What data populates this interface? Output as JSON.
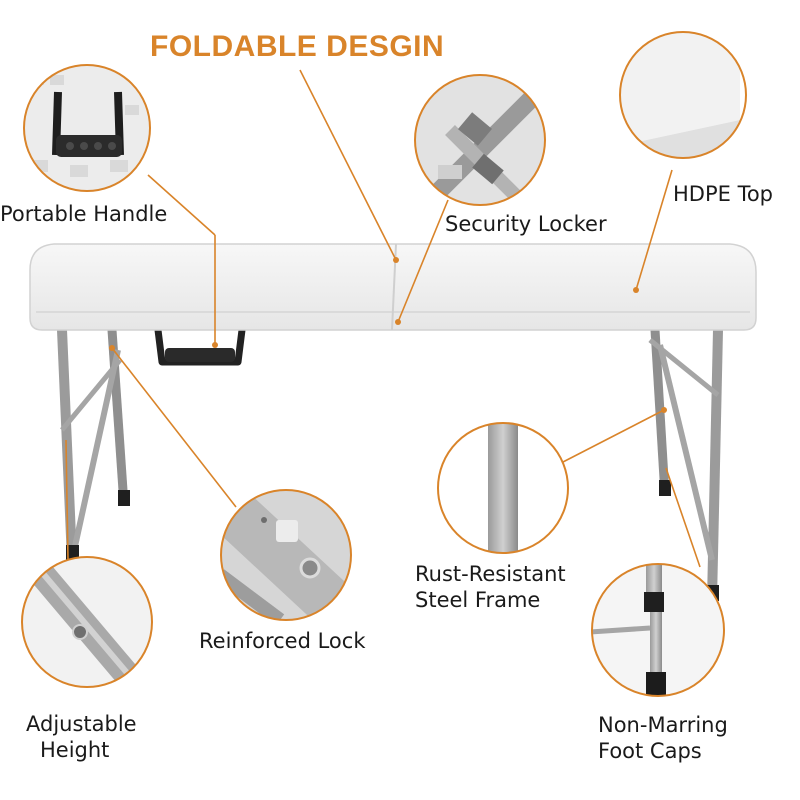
{
  "title": "FOLDABLE DESGIN",
  "accent_color": "#d9842a",
  "features": {
    "portable_handle": "Portable Handle",
    "security_locker": "Security Locker",
    "hdpe_top": "HDPE Top",
    "rust_resistant_line1": "Rust-Resistant",
    "rust_resistant_line2": "Steel Frame",
    "reinforced_lock": "Reinforced Lock",
    "adjustable_line1": "Adjustable",
    "adjustable_line2": "Height",
    "foot_caps_line1": "Non-Marring",
    "foot_caps_line2": "Foot Caps"
  }
}
